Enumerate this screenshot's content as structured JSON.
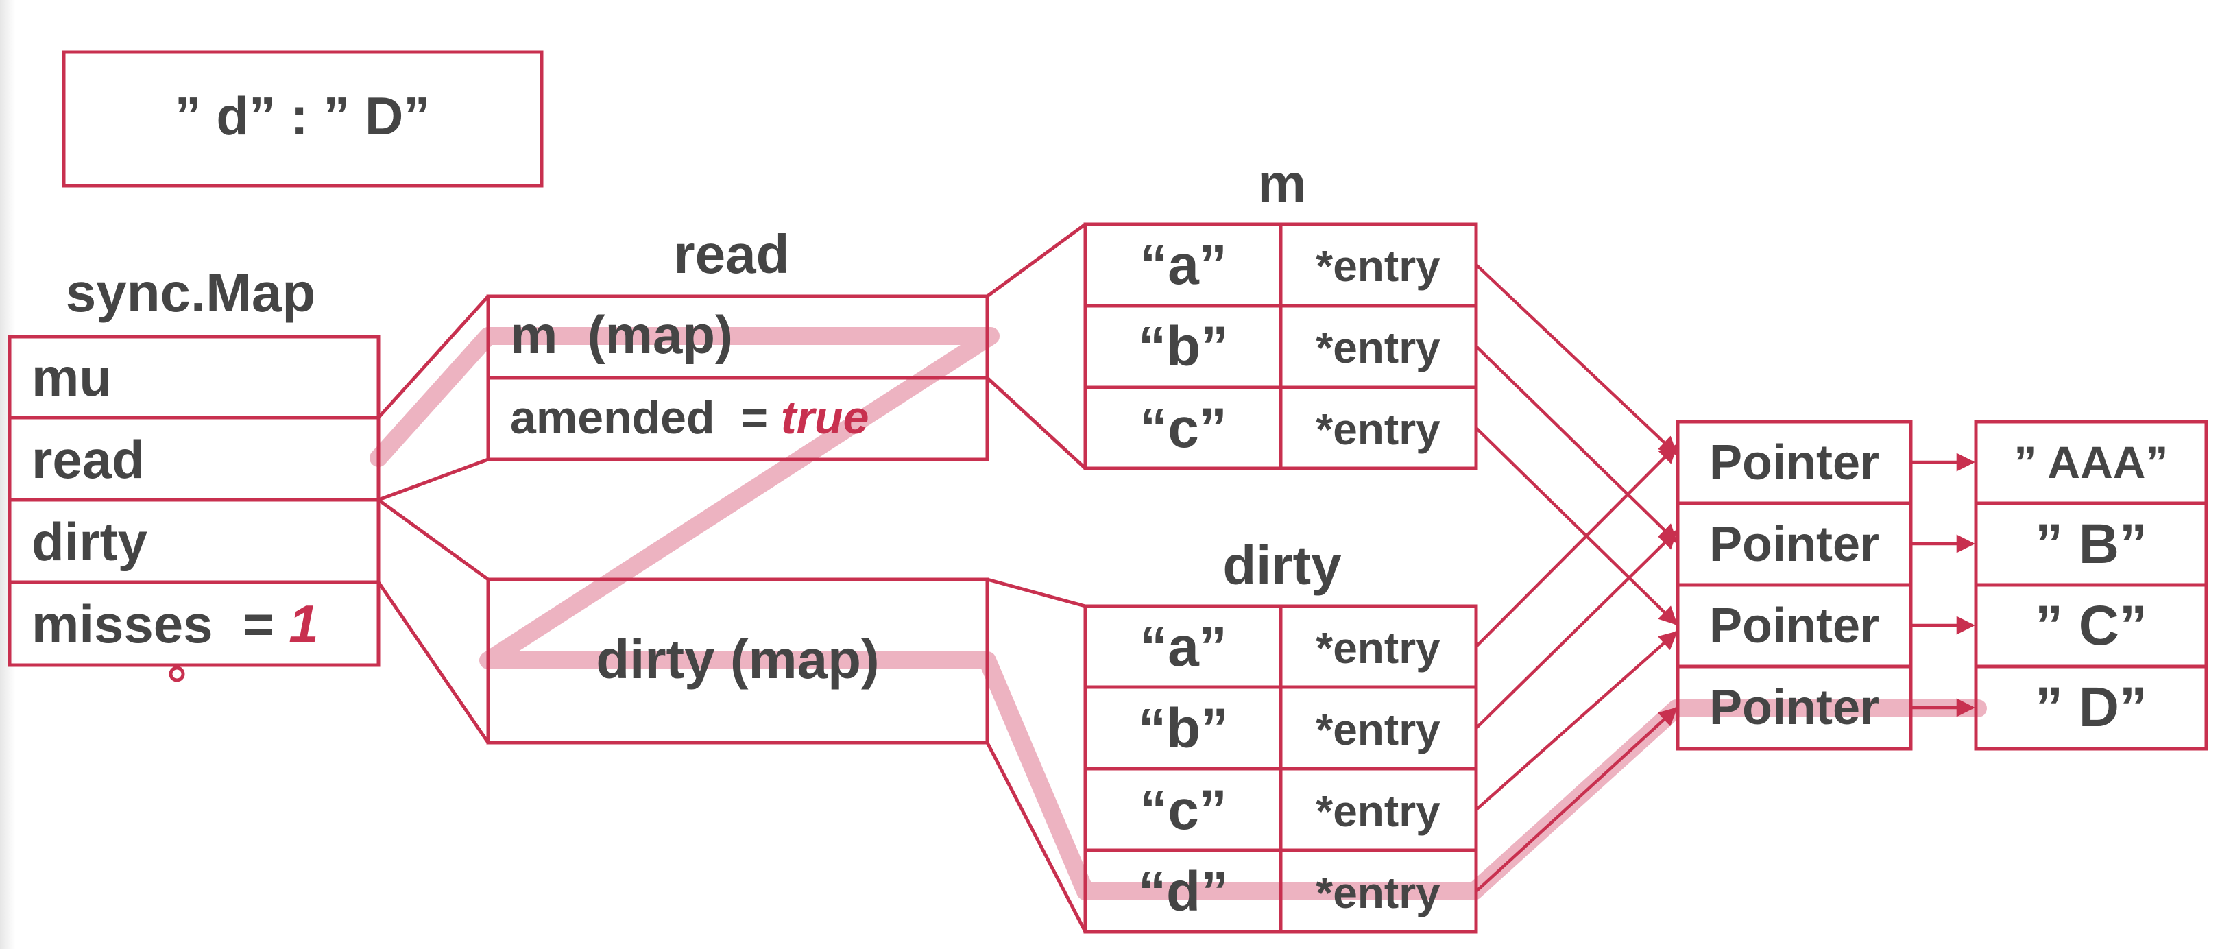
{
  "key_value_box": {
    "text": "” d”  :  ” D”"
  },
  "sync_map": {
    "title": "sync.Map",
    "fields": {
      "mu": "mu",
      "read": "read",
      "dirty": "dirty",
      "misses_label": "misses  = ",
      "misses_value": "1"
    }
  },
  "read_struct": {
    "title": "read",
    "m_field": "m  (map)",
    "amended_label": "amended  = ",
    "amended_value": "true"
  },
  "dirty_struct": {
    "label": "dirty (map)"
  },
  "read_map": {
    "title": "m",
    "keys": [
      "“a”",
      "“b”",
      "“c”"
    ],
    "values": [
      "*entry",
      "*entry",
      "*entry"
    ]
  },
  "dirty_map": {
    "title": "dirty",
    "keys": [
      "“a”",
      "“b”",
      "“c”",
      "“d”"
    ],
    "values": [
      "*entry",
      "*entry",
      "*entry",
      "*entry"
    ]
  },
  "pointers": [
    "Pointer",
    "Pointer",
    "Pointer",
    "Pointer"
  ],
  "values": [
    "” AAA”",
    "” B”",
    "” C”",
    "” D”"
  ],
  "colors": {
    "line": "#c8304f",
    "highlight": "#e8a0b1",
    "text": "#454545",
    "accent_text": "#c8304f"
  }
}
